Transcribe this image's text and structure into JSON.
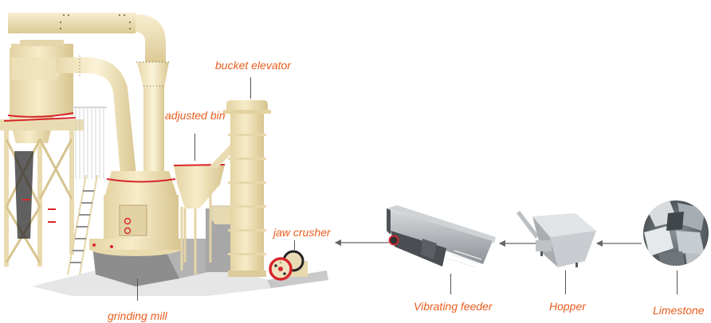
{
  "title": "Grinding plant process flow",
  "colors": {
    "label": "#e85d1e",
    "machine_body": "#f3e6bf",
    "machine_shade": "#d9c694",
    "accent_red": "#d8262a",
    "steel": "#b9bcbf",
    "steel_dark": "#5b5e62",
    "concrete": "#9a9a9a",
    "arrow": "#666666"
  },
  "flow_direction": "right-to-left",
  "components": [
    {
      "id": "limestone",
      "label": "Limestone",
      "icon": "rock-pile-icon"
    },
    {
      "id": "hopper",
      "label": "Hopper",
      "icon": "hopper-icon"
    },
    {
      "id": "vibrating_feeder",
      "label": "Vibrating feeder",
      "icon": "vibrating-feeder-icon"
    },
    {
      "id": "jaw_crusher",
      "label": "jaw crusher",
      "icon": "jaw-crusher-icon"
    },
    {
      "id": "bucket_elevator",
      "label": "bucket elevator",
      "icon": "bucket-elevator-icon"
    },
    {
      "id": "adjusted_bin",
      "label": "adjusted bin",
      "icon": "bin-icon"
    },
    {
      "id": "grinding_mill",
      "label": "grinding mill",
      "icon": "grinding-mill-icon"
    }
  ],
  "flows": [
    {
      "from": "limestone",
      "to": "hopper"
    },
    {
      "from": "hopper",
      "to": "vibrating_feeder"
    },
    {
      "from": "vibrating_feeder",
      "to": "jaw_crusher"
    }
  ]
}
